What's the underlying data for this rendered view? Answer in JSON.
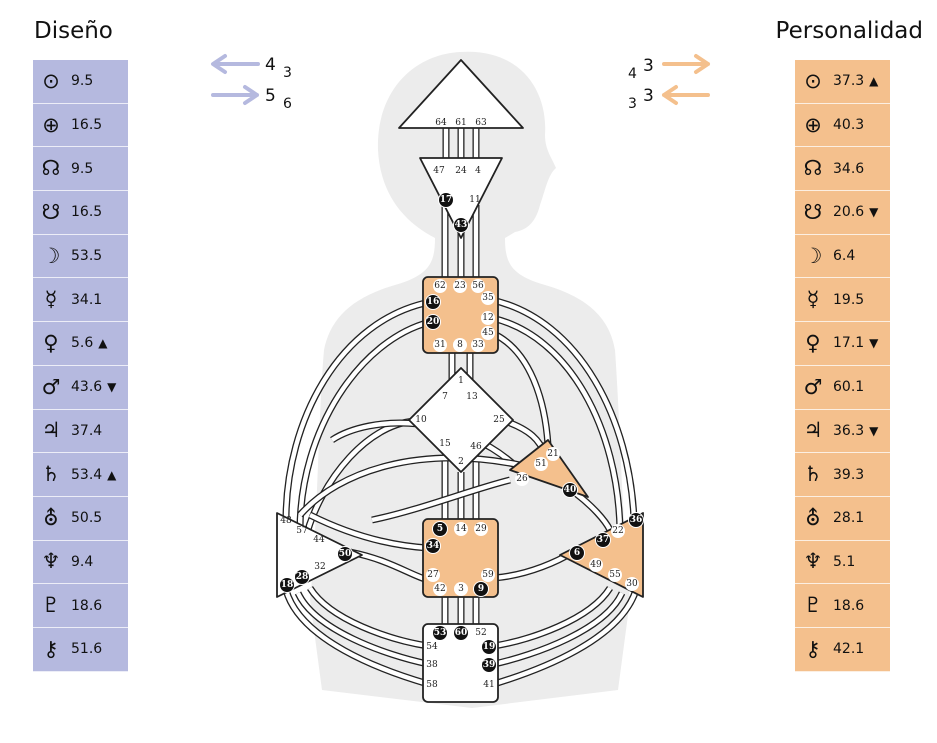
{
  "headers": {
    "design": "Diseño",
    "personality": "Personalidad"
  },
  "colors": {
    "design": "#b5b9df",
    "personality": "#f4c08d",
    "gate_defined": "#111111",
    "center_fill": "#f4c08d"
  },
  "arrows": {
    "design_top": {
      "digit1": "4",
      "digit2": "3"
    },
    "design_bottom": {
      "digit1": "5",
      "digit2": "6"
    },
    "personality_top": {
      "digit1": "4",
      "digit2": "3"
    },
    "personality_bottom": {
      "digit1": "3",
      "digit2": "3"
    }
  },
  "design_planets": [
    {
      "icon": "sun-icon",
      "symbol": "⊙",
      "value": "9.5",
      "arrow": ""
    },
    {
      "icon": "earth-icon",
      "symbol": "⊕",
      "value": "16.5",
      "arrow": ""
    },
    {
      "icon": "north-node-icon",
      "symbol": "☊",
      "value": "9.5",
      "arrow": ""
    },
    {
      "icon": "south-node-icon",
      "symbol": "☋",
      "value": "16.5",
      "arrow": ""
    },
    {
      "icon": "moon-icon",
      "symbol": "☽",
      "value": "53.5",
      "arrow": ""
    },
    {
      "icon": "mercury-icon",
      "symbol": "☿",
      "value": "34.1",
      "arrow": ""
    },
    {
      "icon": "venus-icon",
      "symbol": "♀",
      "value": "5.6",
      "arrow": "▲"
    },
    {
      "icon": "mars-icon",
      "symbol": "♂",
      "value": "43.6",
      "arrow": "▼"
    },
    {
      "icon": "jupiter-icon",
      "symbol": "♃",
      "value": "37.4",
      "arrow": ""
    },
    {
      "icon": "saturn-icon",
      "symbol": "♄",
      "value": "53.4",
      "arrow": "▲"
    },
    {
      "icon": "uranus-icon",
      "symbol": "⛢",
      "value": "50.5",
      "arrow": ""
    },
    {
      "icon": "neptune-icon",
      "symbol": "♆",
      "value": "9.4",
      "arrow": ""
    },
    {
      "icon": "pluto-icon",
      "symbol": "♇",
      "value": "18.6",
      "arrow": ""
    },
    {
      "icon": "chiron-icon",
      "symbol": "⚷",
      "value": "51.6",
      "arrow": ""
    }
  ],
  "personality_planets": [
    {
      "icon": "sun-icon",
      "symbol": "⊙",
      "value": "37.3",
      "arrow": "▲"
    },
    {
      "icon": "earth-icon",
      "symbol": "⊕",
      "value": "40.3",
      "arrow": ""
    },
    {
      "icon": "north-node-icon",
      "symbol": "☊",
      "value": "34.6",
      "arrow": ""
    },
    {
      "icon": "south-node-icon",
      "symbol": "☋",
      "value": "20.6",
      "arrow": "▼"
    },
    {
      "icon": "moon-icon",
      "symbol": "☽",
      "value": "6.4",
      "arrow": ""
    },
    {
      "icon": "mercury-icon",
      "symbol": "☿",
      "value": "19.5",
      "arrow": ""
    },
    {
      "icon": "venus-icon",
      "symbol": "♀",
      "value": "17.1",
      "arrow": "▼"
    },
    {
      "icon": "mars-icon",
      "symbol": "♂",
      "value": "60.1",
      "arrow": ""
    },
    {
      "icon": "jupiter-icon",
      "symbol": "♃",
      "value": "36.3",
      "arrow": "▼"
    },
    {
      "icon": "saturn-icon",
      "symbol": "♄",
      "value": "39.3",
      "arrow": ""
    },
    {
      "icon": "uranus-icon",
      "symbol": "⛢",
      "value": "28.1",
      "arrow": ""
    },
    {
      "icon": "neptune-icon",
      "symbol": "♆",
      "value": "5.1",
      "arrow": ""
    },
    {
      "icon": "pluto-icon",
      "symbol": "♇",
      "value": "18.6",
      "arrow": ""
    },
    {
      "icon": "chiron-icon",
      "symbol": "⚷",
      "value": "42.1",
      "arrow": ""
    }
  ],
  "centers": [
    {
      "id": "head",
      "defined": false,
      "gates": [
        {
          "n": "64",
          "on": false
        },
        {
          "n": "61",
          "on": false
        },
        {
          "n": "63",
          "on": false
        }
      ]
    },
    {
      "id": "ajna",
      "defined": false,
      "gates": [
        {
          "n": "47",
          "on": false
        },
        {
          "n": "24",
          "on": false
        },
        {
          "n": "4",
          "on": false
        },
        {
          "n": "17",
          "on": true
        },
        {
          "n": "43",
          "on": true
        },
        {
          "n": "11",
          "on": false
        }
      ]
    },
    {
      "id": "throat",
      "defined": true,
      "gates": [
        {
          "n": "62",
          "on": false
        },
        {
          "n": "23",
          "on": false
        },
        {
          "n": "56",
          "on": false
        },
        {
          "n": "16",
          "on": true
        },
        {
          "n": "35",
          "on": false
        },
        {
          "n": "20",
          "on": true
        },
        {
          "n": "12",
          "on": false
        },
        {
          "n": "45",
          "on": false
        },
        {
          "n": "31",
          "on": false
        },
        {
          "n": "8",
          "on": false
        },
        {
          "n": "33",
          "on": false
        }
      ]
    },
    {
      "id": "g-center",
      "defined": false,
      "gates": [
        {
          "n": "1",
          "on": false
        },
        {
          "n": "7",
          "on": false
        },
        {
          "n": "13",
          "on": false
        },
        {
          "n": "10",
          "on": false
        },
        {
          "n": "25",
          "on": false
        },
        {
          "n": "15",
          "on": false
        },
        {
          "n": "46",
          "on": false
        },
        {
          "n": "2",
          "on": false
        }
      ]
    },
    {
      "id": "heart",
      "defined": true,
      "gates": [
        {
          "n": "21",
          "on": false
        },
        {
          "n": "51",
          "on": false
        },
        {
          "n": "26",
          "on": false
        },
        {
          "n": "40",
          "on": true
        }
      ]
    },
    {
      "id": "sacral",
      "defined": true,
      "gates": [
        {
          "n": "5",
          "on": true
        },
        {
          "n": "14",
          "on": false
        },
        {
          "n": "29",
          "on": false
        },
        {
          "n": "34",
          "on": true
        },
        {
          "n": "27",
          "on": false
        },
        {
          "n": "59",
          "on": false
        },
        {
          "n": "42",
          "on": false
        },
        {
          "n": "3",
          "on": false
        },
        {
          "n": "9",
          "on": true
        }
      ]
    },
    {
      "id": "spleen",
      "defined": false,
      "gates": [
        {
          "n": "48",
          "on": false
        },
        {
          "n": "57",
          "on": false
        },
        {
          "n": "44",
          "on": false
        },
        {
          "n": "50",
          "on": true
        },
        {
          "n": "32",
          "on": false
        },
        {
          "n": "28",
          "on": true
        },
        {
          "n": "18",
          "on": true
        }
      ]
    },
    {
      "id": "solar-plexus",
      "defined": true,
      "gates": [
        {
          "n": "36",
          "on": true
        },
        {
          "n": "22",
          "on": false
        },
        {
          "n": "37",
          "on": true
        },
        {
          "n": "6",
          "on": true
        },
        {
          "n": "49",
          "on": false
        },
        {
          "n": "55",
          "on": false
        },
        {
          "n": "30",
          "on": false
        }
      ]
    },
    {
      "id": "root",
      "defined": false,
      "gates": [
        {
          "n": "53",
          "on": true
        },
        {
          "n": "60",
          "on": true
        },
        {
          "n": "52",
          "on": false
        },
        {
          "n": "54",
          "on": false
        },
        {
          "n": "19",
          "on": true
        },
        {
          "n": "38",
          "on": false
        },
        {
          "n": "39",
          "on": true
        },
        {
          "n": "58",
          "on": false
        },
        {
          "n": "41",
          "on": false
        }
      ]
    }
  ]
}
